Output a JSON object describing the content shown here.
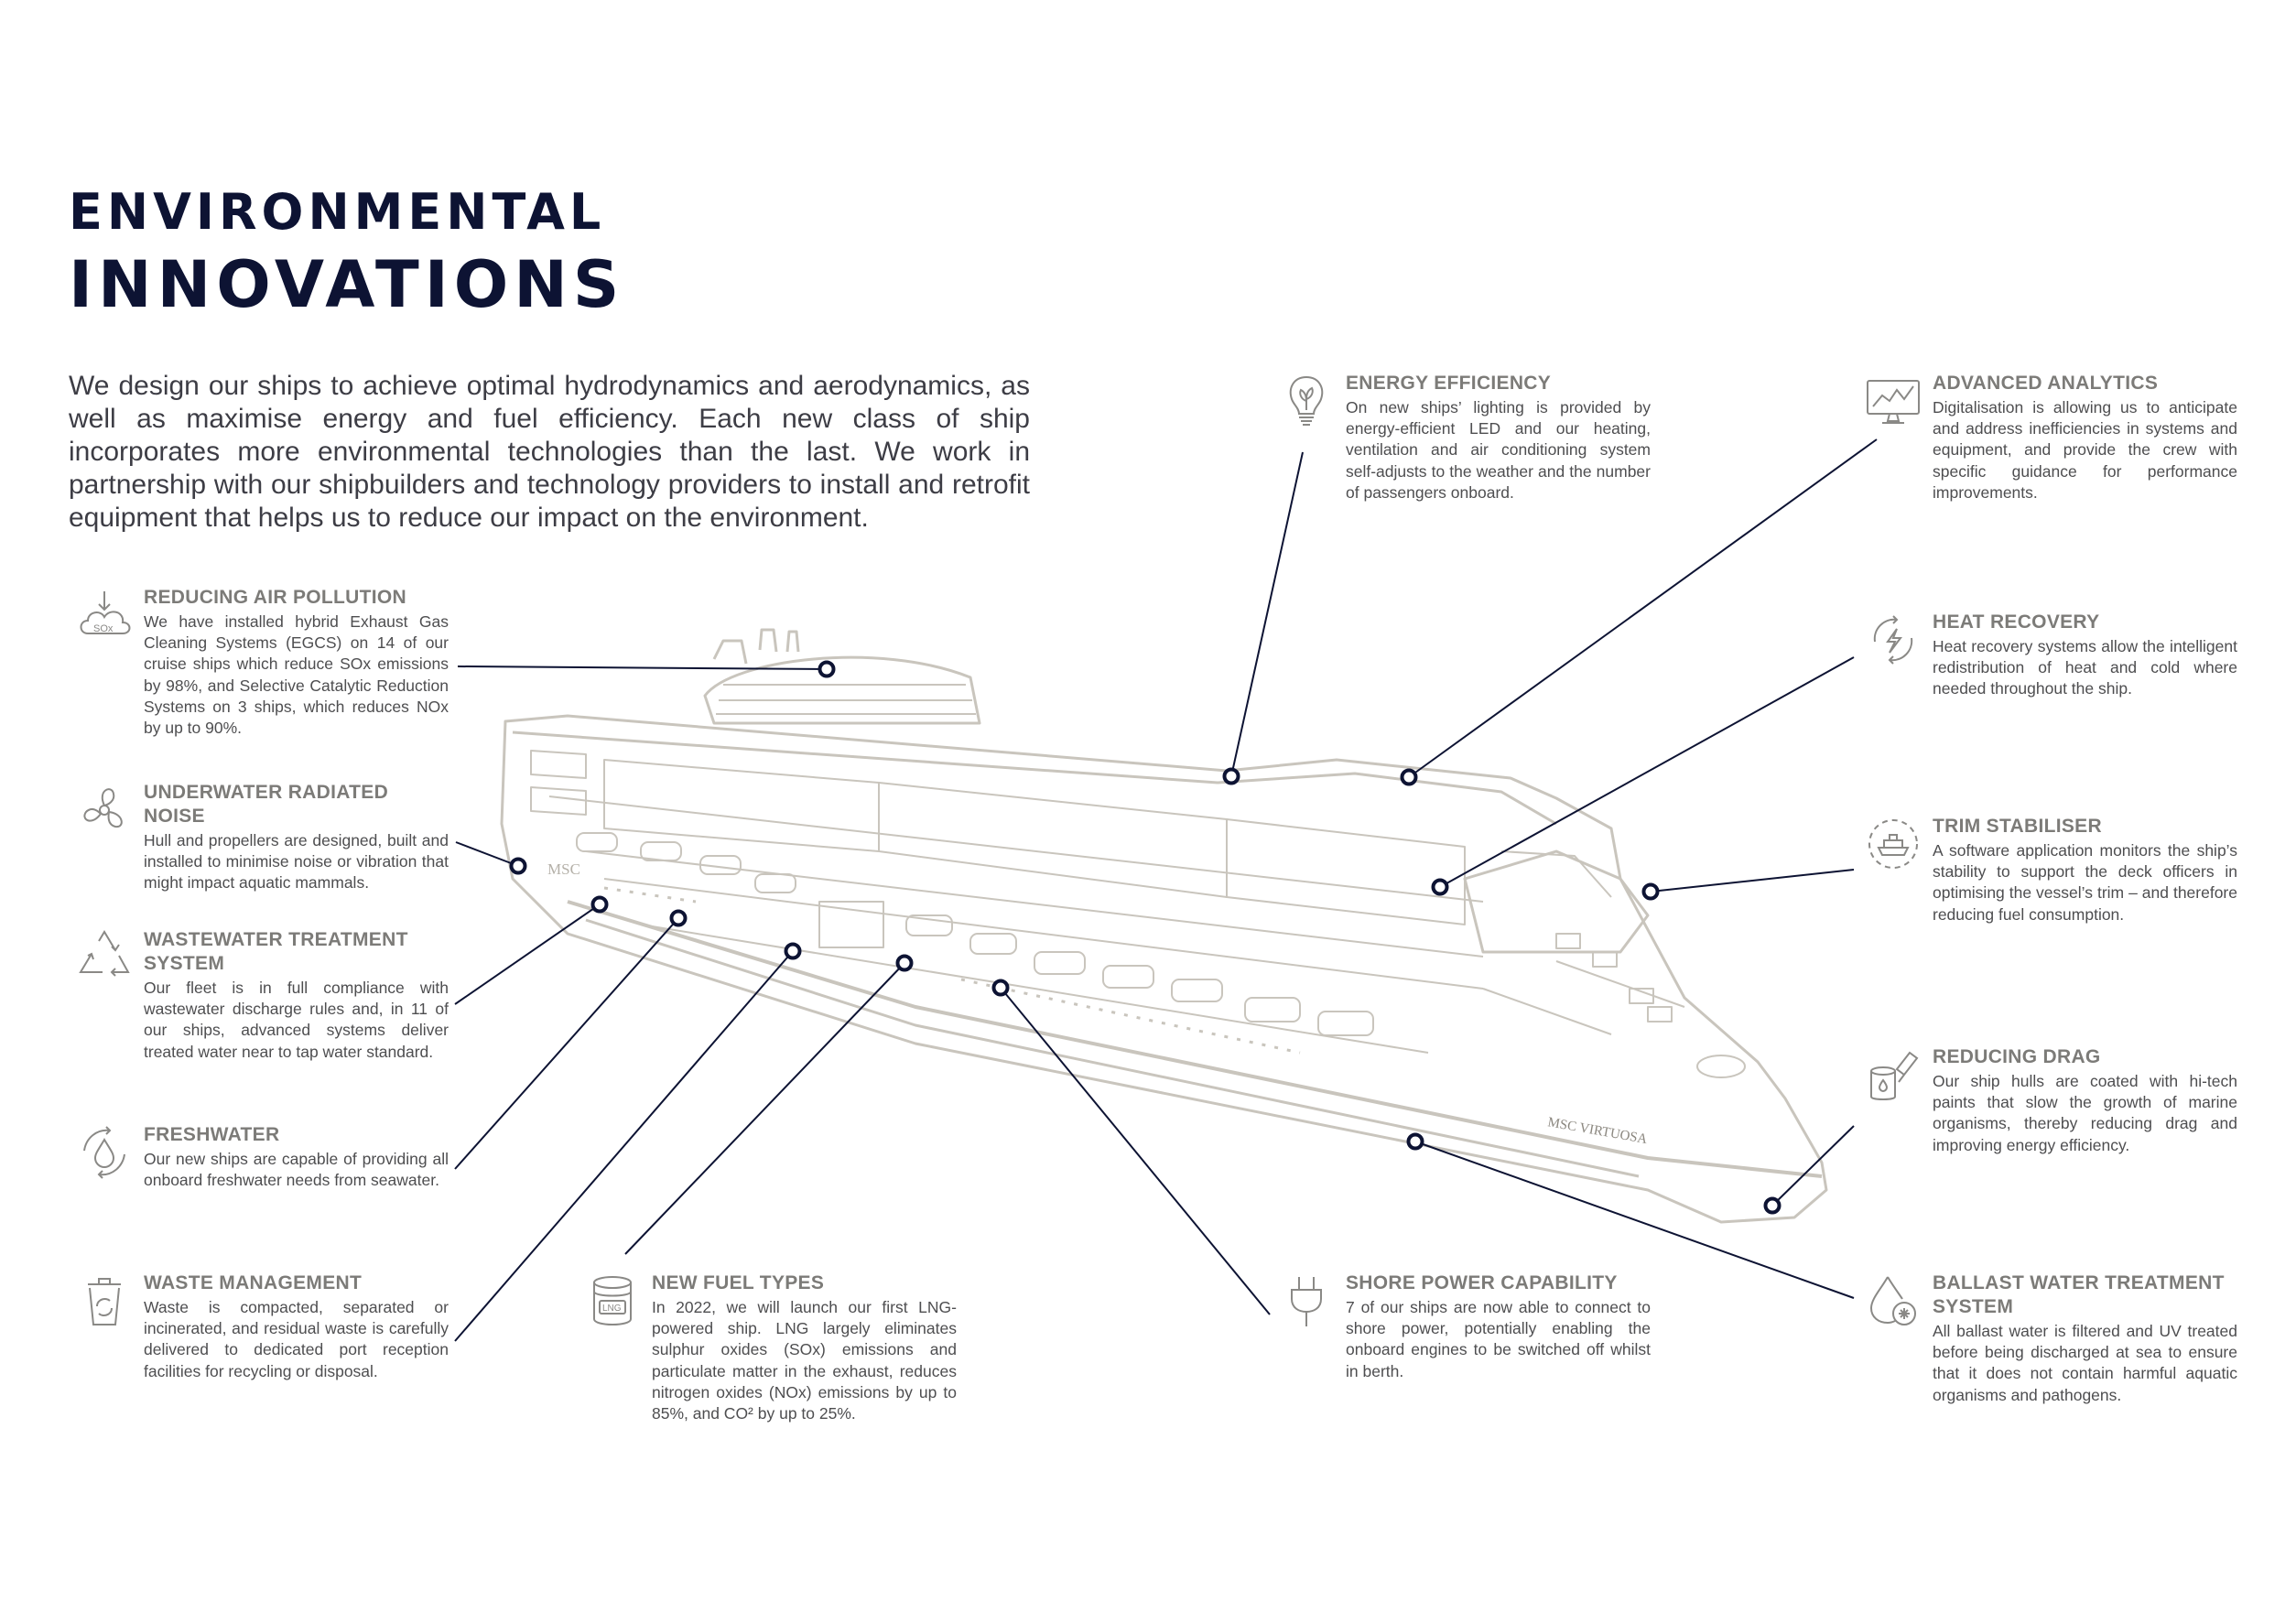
{
  "title_line1": "ENVIRONMENTAL",
  "title_line2": "INNOVATIONS",
  "intro": "We design our ships to achieve optimal hydrodynamics and aerodynamics, as well as maximise energy and fuel efficiency. Each new class of ship incorporates more environmental technologies than the last. We work in partnership with our shipbuilders and technology providers to install and retrofit equipment that helps us to reduce our impact on the environment.",
  "ship": {
    "hull_name": "MSC VIRTUOSA",
    "logo_text": "MSC"
  },
  "icon_labels": {
    "sox": "SOx",
    "lng": "LNG"
  },
  "colors": {
    "title": "#0d1333",
    "heading": "#7c7b78",
    "body": "#4e4e50",
    "ship_outline": "#c9c5bd",
    "leader_line": "#0d1333"
  },
  "innovations": [
    {
      "id": "air",
      "icon": "cloud-sox-icon",
      "title": "REDUCING AIR POLLUTION",
      "text": "We have installed hybrid Exhaust Gas Cleaning Systems (EGCS) on 14 of our cruise ships which reduce SOx emissions by 98%, and Selective Catalytic Reduction Systems on 3 ships, which reduces NOx by up to 90%."
    },
    {
      "id": "noise",
      "icon": "propeller-icon",
      "title": "UNDERWATER RADIATED NOISE",
      "text": "Hull and propellers are designed, built and installed to minimise noise or vibration that might impact aquatic mammals."
    },
    {
      "id": "wastewater",
      "icon": "recycle-triangle-icon",
      "title": "WASTEWATER TREATMENT SYSTEM",
      "text": "Our fleet is in full compliance with wastewater discharge rules and, in 11 of our ships, advanced systems deliver treated water near to tap water standard."
    },
    {
      "id": "freshwater",
      "icon": "water-drop-cycle-icon",
      "title": "FRESHWATER",
      "text": "Our new ships are capable of providing all onboard freshwater needs from seawater."
    },
    {
      "id": "waste",
      "icon": "recycle-bin-icon",
      "title": "WASTE MANAGEMENT",
      "text": "Waste is compacted, separated or incinerated, and residual waste is carefully delivered to dedicated port reception facilities for recycling or disposal."
    },
    {
      "id": "fuel",
      "icon": "lng-tank-icon",
      "title": "NEW FUEL TYPES",
      "text": "In 2022, we will launch our first LNG-powered ship. LNG largely eliminates sulphur oxides (SOx) emissions and particulate matter in the exhaust, reduces nitrogen oxides (NOx) emissions by up to 85%, and CO² by up to 25%."
    },
    {
      "id": "energy",
      "icon": "lightbulb-leaf-icon",
      "title": "ENERGY EFFICIENCY",
      "text": "On new ships’ lighting is provided by energy-efficient LED and our heating, ventilation and air conditioning system self-adjusts to the weather and the number of passengers onboard."
    },
    {
      "id": "shore",
      "icon": "plug-icon",
      "title": "SHORE POWER CAPABILITY",
      "text": "7 of our ships are now able to connect to shore power, potentially enabling the onboard engines to be switched off whilst in berth."
    },
    {
      "id": "analytics",
      "icon": "analytics-monitor-icon",
      "title": "ADVANCED ANALYTICS",
      "text": "Digitalisation is allowing us to anticipate and address inefficiencies in systems and equipment, and provide the crew with specific guidance for performance improvements."
    },
    {
      "id": "heat",
      "icon": "heat-recovery-icon",
      "title": "HEAT RECOVERY",
      "text": "Heat recovery systems allow the intelligent redistribution of heat and cold where needed throughout the ship."
    },
    {
      "id": "trim",
      "icon": "ship-stabiliser-icon",
      "title": "TRIM STABILISER",
      "text": "A software application monitors the ship’s stability to support the deck officers in optimising the vessel’s trim – and therefore reducing fuel consumption."
    },
    {
      "id": "drag",
      "icon": "paint-bucket-icon",
      "title": "REDUCING DRAG",
      "text": "Our ship hulls are coated with hi-tech paints that slow the growth of marine organisms, thereby reducing drag and improving energy efficiency."
    },
    {
      "id": "ballast",
      "icon": "ballast-drop-icon",
      "title": "BALLAST WATER TREATMENT SYSTEM",
      "text": "All ballast water is filtered and UV treated before being discharged at sea to ensure that it does not contain harmful aquatic organisms and pathogens."
    }
  ]
}
